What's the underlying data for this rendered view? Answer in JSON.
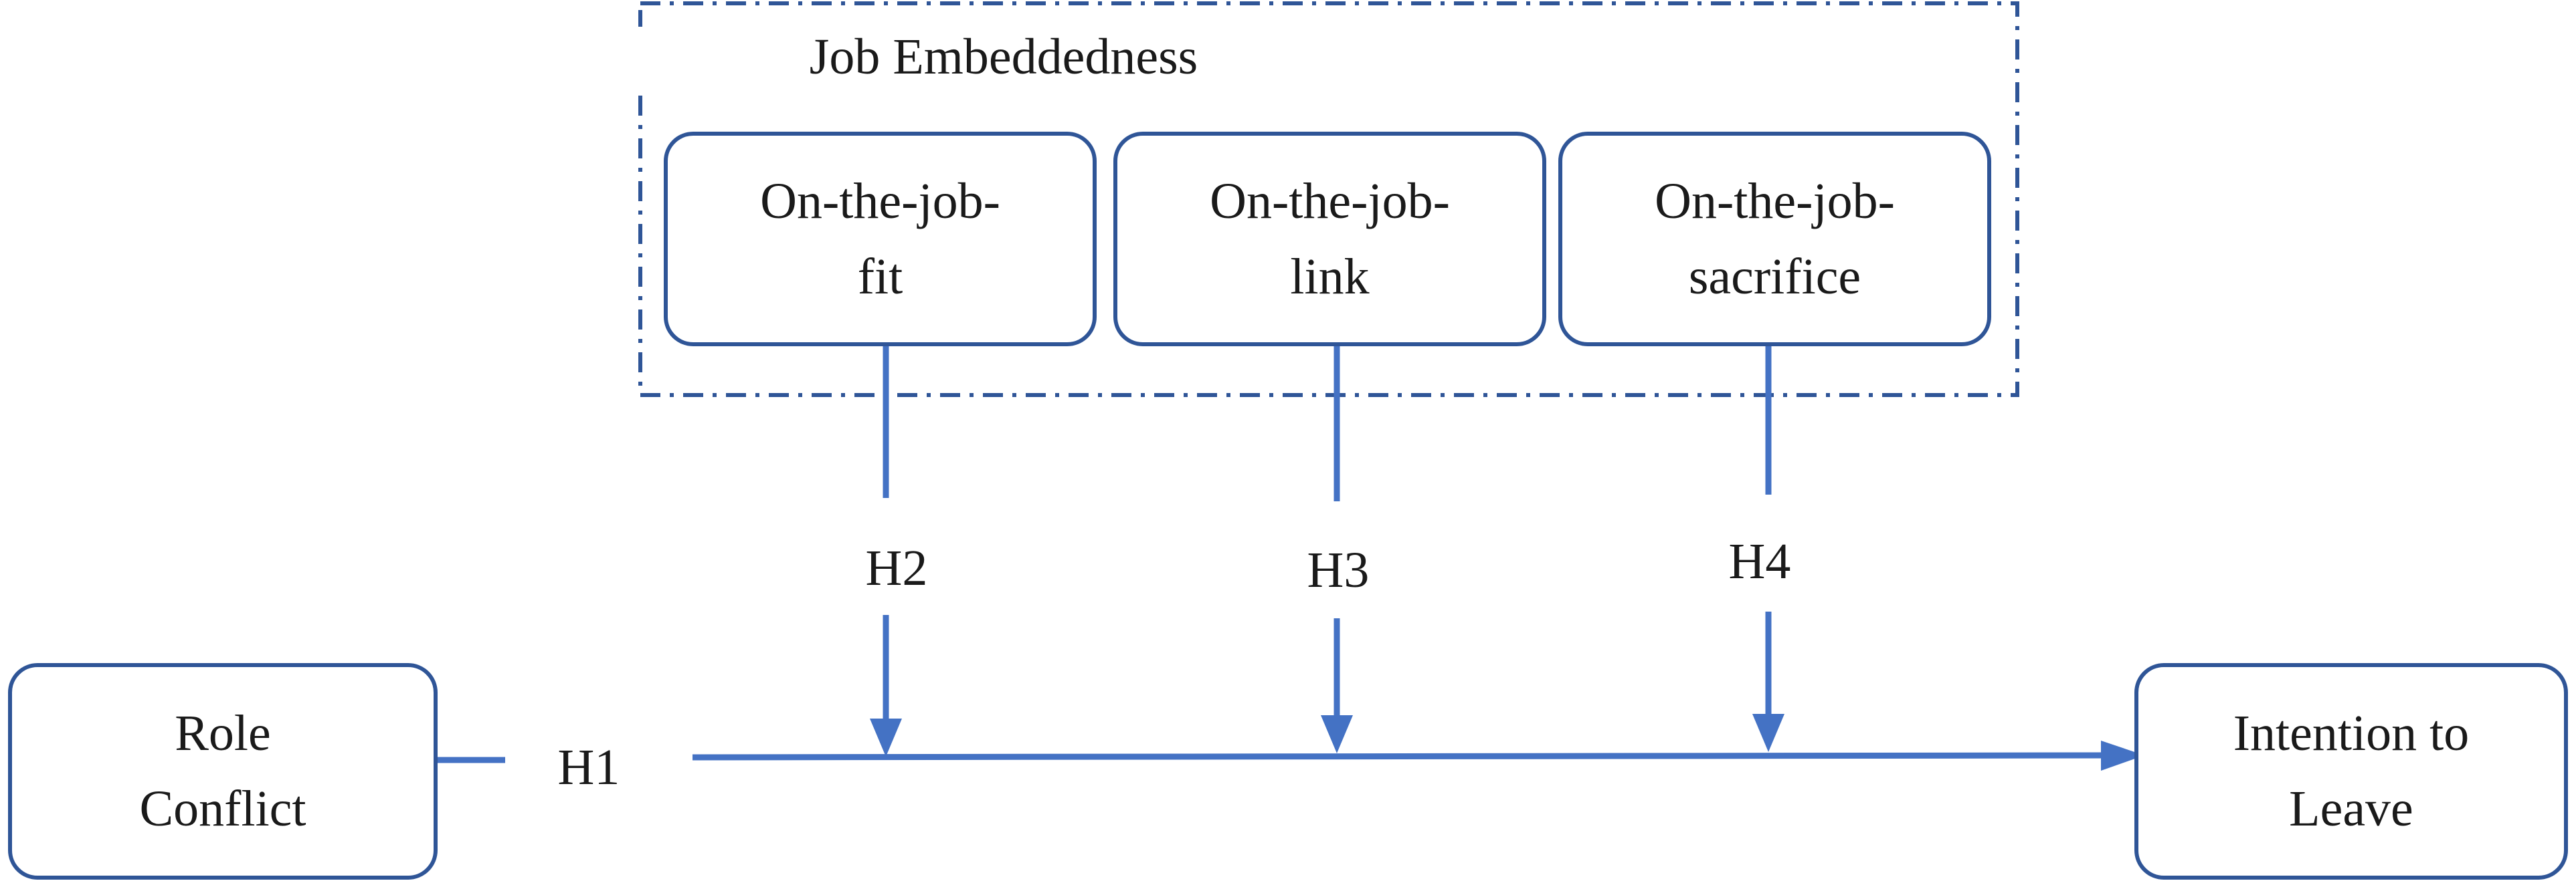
{
  "colors": {
    "stroke": "#2f5597",
    "arrow": "#4472c4",
    "text": "#1a1a1a"
  },
  "group": {
    "title": "Job Embeddedness"
  },
  "nodes": {
    "fit": {
      "line1": "On-the-job-",
      "line2": "fit"
    },
    "link": {
      "line1": "On-the-job-",
      "line2": "link"
    },
    "sacrifice": {
      "line1": "On-the-job-",
      "line2": "sacrifice"
    },
    "role_conflict": {
      "line1": "Role",
      "line2": "Conflict"
    },
    "intention": {
      "line1": "Intention to",
      "line2": "Leave"
    }
  },
  "edges": {
    "h1": "H1",
    "h2": "H2",
    "h3": "H3",
    "h4": "H4"
  }
}
